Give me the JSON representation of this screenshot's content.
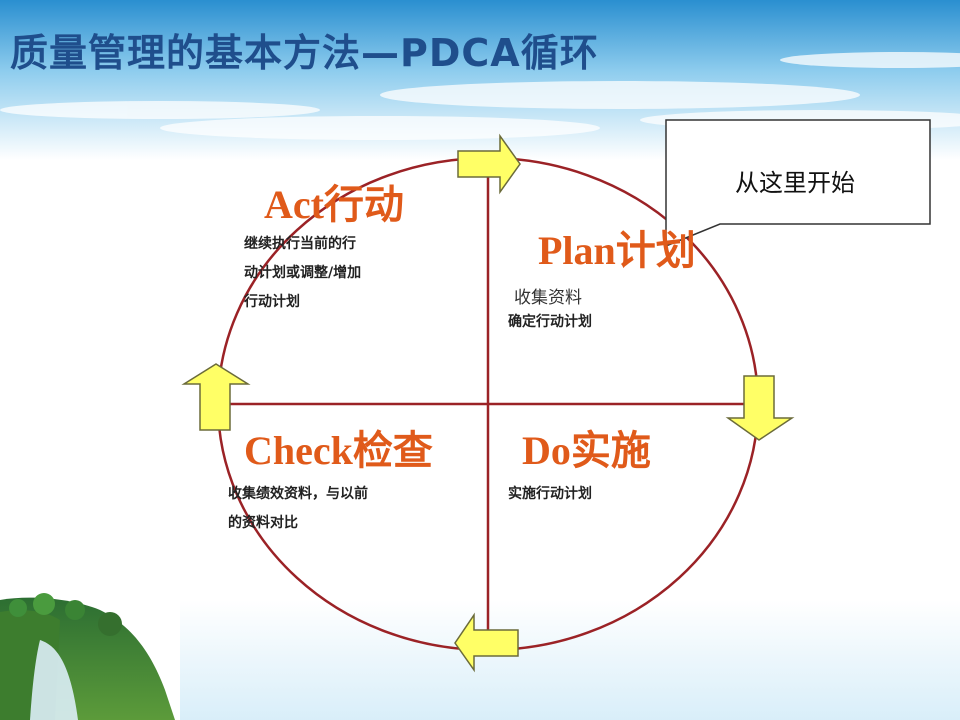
{
  "slide": {
    "title": "质量管理的基本方法—PDCA循环"
  },
  "callout": {
    "text": "从这里开始"
  },
  "quadrants": {
    "plan": {
      "title": "Plan计划",
      "sub": "收集资料",
      "body": "确定行动计划"
    },
    "do": {
      "title": "Do实施",
      "body": "实施行动计划"
    },
    "check": {
      "title": "Check检查",
      "line1": "收集绩效资料，与以前",
      "line2": "的资料对比"
    },
    "act": {
      "title": "Act行动",
      "line1": "继续执行当前的行",
      "line2": "动计划或调整/增加",
      "line3": "行动计划"
    }
  },
  "colors": {
    "title": "#1f4e8c",
    "heading": "#e05a1a",
    "circle": "#9b2226",
    "arrow_fill": "#ffff66",
    "arrow_stroke": "#6b6b3a"
  },
  "icons": {
    "arrows": [
      "arrow-right-icon",
      "arrow-down-icon",
      "arrow-left-icon",
      "arrow-up-icon"
    ]
  }
}
